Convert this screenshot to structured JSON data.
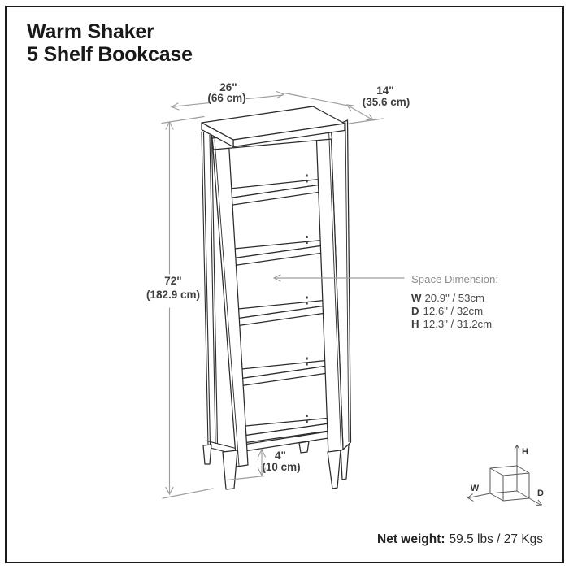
{
  "page": {
    "title_line1": "Warm Shaker",
    "title_line2": "5 Shelf Bookcase"
  },
  "dimensions": {
    "width": {
      "inches": "26\"",
      "metric": "(66 cm)"
    },
    "depth": {
      "inches": "14\"",
      "metric": "(35.6 cm)"
    },
    "height": {
      "inches": "72\"",
      "metric": "(182.9 cm)"
    },
    "clearance": {
      "inches": "4\"",
      "metric": "(10 cm)"
    }
  },
  "space_dimension": {
    "title": "Space Dimension:",
    "rows": [
      {
        "label": "W",
        "value": "20.9\" / 53cm"
      },
      {
        "label": "D",
        "value": "12.6\" / 32cm"
      },
      {
        "label": "H",
        "value": "12.3\" / 31.2cm"
      }
    ]
  },
  "cube_axes": {
    "height": "H",
    "width": "W",
    "depth": "D"
  },
  "net_weight": {
    "label": "Net weight:",
    "value": "59.5 lbs / 27 Kgs"
  },
  "colors": {
    "line": "#2b2b2b",
    "dimension": "#9e9e9e",
    "label_text": "#3f3f3f",
    "muted_text": "#8c8c8c",
    "border": "#1a1a1a"
  }
}
